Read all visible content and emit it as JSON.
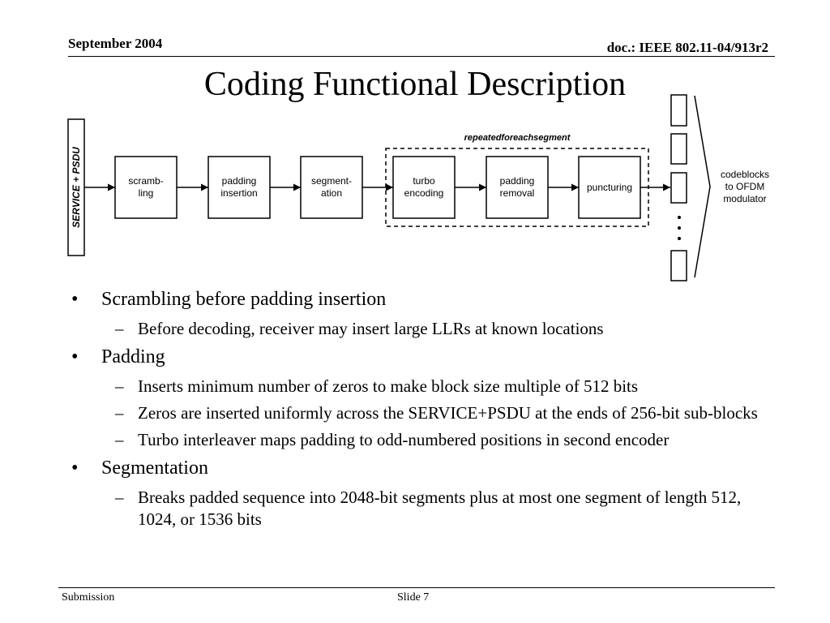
{
  "header": {
    "date": "September 2004",
    "doc": "doc.: IEEE 802.11-04/913r2"
  },
  "title": "Coding Functional Description",
  "diagram": {
    "input_label": "SERVICE + PSDU",
    "loop_label": "repeatedforeachsegment",
    "blocks": [
      [
        "scramb-",
        "ling"
      ],
      [
        "padding",
        "insertion"
      ],
      [
        "segment-",
        "ation"
      ],
      [
        "turbo",
        "encoding"
      ],
      [
        "padding",
        "removal"
      ],
      [
        "puncturing"
      ]
    ],
    "output_label": [
      "codeblocks",
      "to OFDM",
      "modulator"
    ]
  },
  "bullets": [
    {
      "text": "Scrambling before padding insertion",
      "sub": [
        "Before decoding, receiver may insert large LLRs at known locations"
      ]
    },
    {
      "text": "Padding",
      "sub": [
        "Inserts minimum number of zeros to make block size multiple of 512 bits",
        "Zeros are inserted uniformly across the SERVICE+PSDU at the ends of 256-bit sub-blocks",
        "Turbo interleaver maps padding to odd-numbered positions in second encoder"
      ]
    },
    {
      "text": "Segmentation",
      "sub": [
        "Breaks padded sequence into 2048-bit segments plus at most one segment of length 512, 1024, or 1536 bits"
      ]
    }
  ],
  "footer": {
    "submission": "Submission",
    "slide": "Slide 7"
  }
}
